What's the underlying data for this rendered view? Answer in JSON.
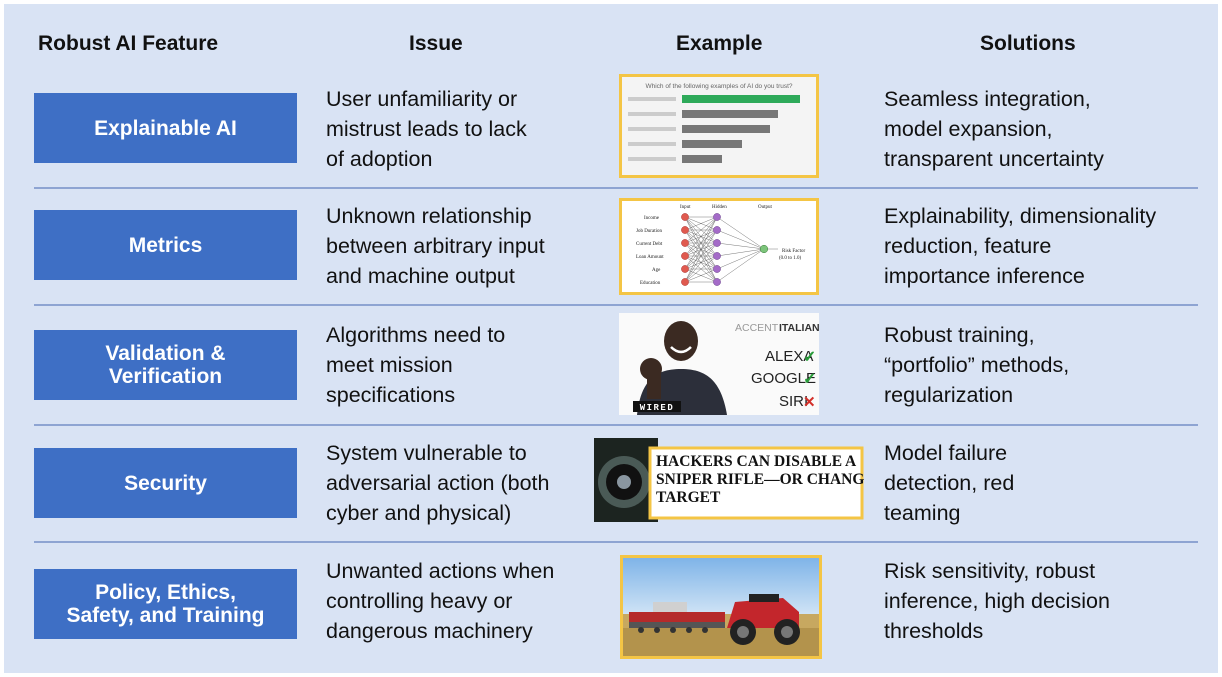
{
  "headers": {
    "feature": "Robust AI Feature",
    "issue": "Issue",
    "example": "Example",
    "solutions": "Solutions"
  },
  "colors": {
    "panel": "#d9e3f4",
    "feature_box": "#3e6fc5",
    "divider": "#8ea4d2",
    "thumb_border": "#f4c545"
  },
  "rows": [
    {
      "feature": "Explainable AI",
      "issue": "User unfamiliarity or\nmistrust leads to lack\nof adoption",
      "solution": "Seamless integration,\nmodel expansion,\ntransparent uncertainty",
      "example": {
        "kind": "survey-bar-chart",
        "title": "Which of the following examples of AI do you trust?"
      }
    },
    {
      "feature": "Metrics",
      "issue": "Unknown relationship\nbetween arbitrary input\nand machine output",
      "solution": "Explainability, dimensionality\nreduction, feature\nimportance inference",
      "example": {
        "kind": "neural-network-diagram",
        "layers": [
          "Input",
          "Hidden",
          "Output"
        ],
        "inputs": [
          "Income",
          "Job Duration",
          "Current Debt",
          "Loan Amount",
          "Age",
          "Education"
        ],
        "output_label": "Risk Factor",
        "output_range": "(0.0 to 1.0)"
      }
    },
    {
      "feature": "Validation &\nVerification",
      "issue": "Algorithms need to\nmeet mission\nspecifications",
      "solution": "Robust training,\n“portfolio” methods,\nregularization",
      "example": {
        "kind": "voice-assistant-photo",
        "heading_prefix": "ACCENT",
        "heading_bold": "ITALIAN",
        "items": [
          {
            "label": "ALEXA",
            "mark": "✓"
          },
          {
            "label": "GOOGLE",
            "mark": "✓"
          },
          {
            "label": "SIRI",
            "mark": "✕"
          }
        ],
        "logo": "WIRED"
      }
    },
    {
      "feature": "Security",
      "issue": "System vulnerable to\nadversarial action (both\ncyber and physical)",
      "solution": "Model failure\ndetection, red\nteaming",
      "example": {
        "kind": "headline-photo",
        "headline": "HACKERS CAN DISABLE A\nSNIPER RIFLE—OR CHANGE ITS\nTARGET"
      }
    },
    {
      "feature": "Policy, Ethics,\nSafety, and Training",
      "issue": "Unwanted actions when\ncontrolling heavy or\ndangerous machinery",
      "solution": "Risk sensitivity, robust\ninference, high decision\nthresholds",
      "example": {
        "kind": "autonomous-tractor-photo"
      }
    }
  ]
}
